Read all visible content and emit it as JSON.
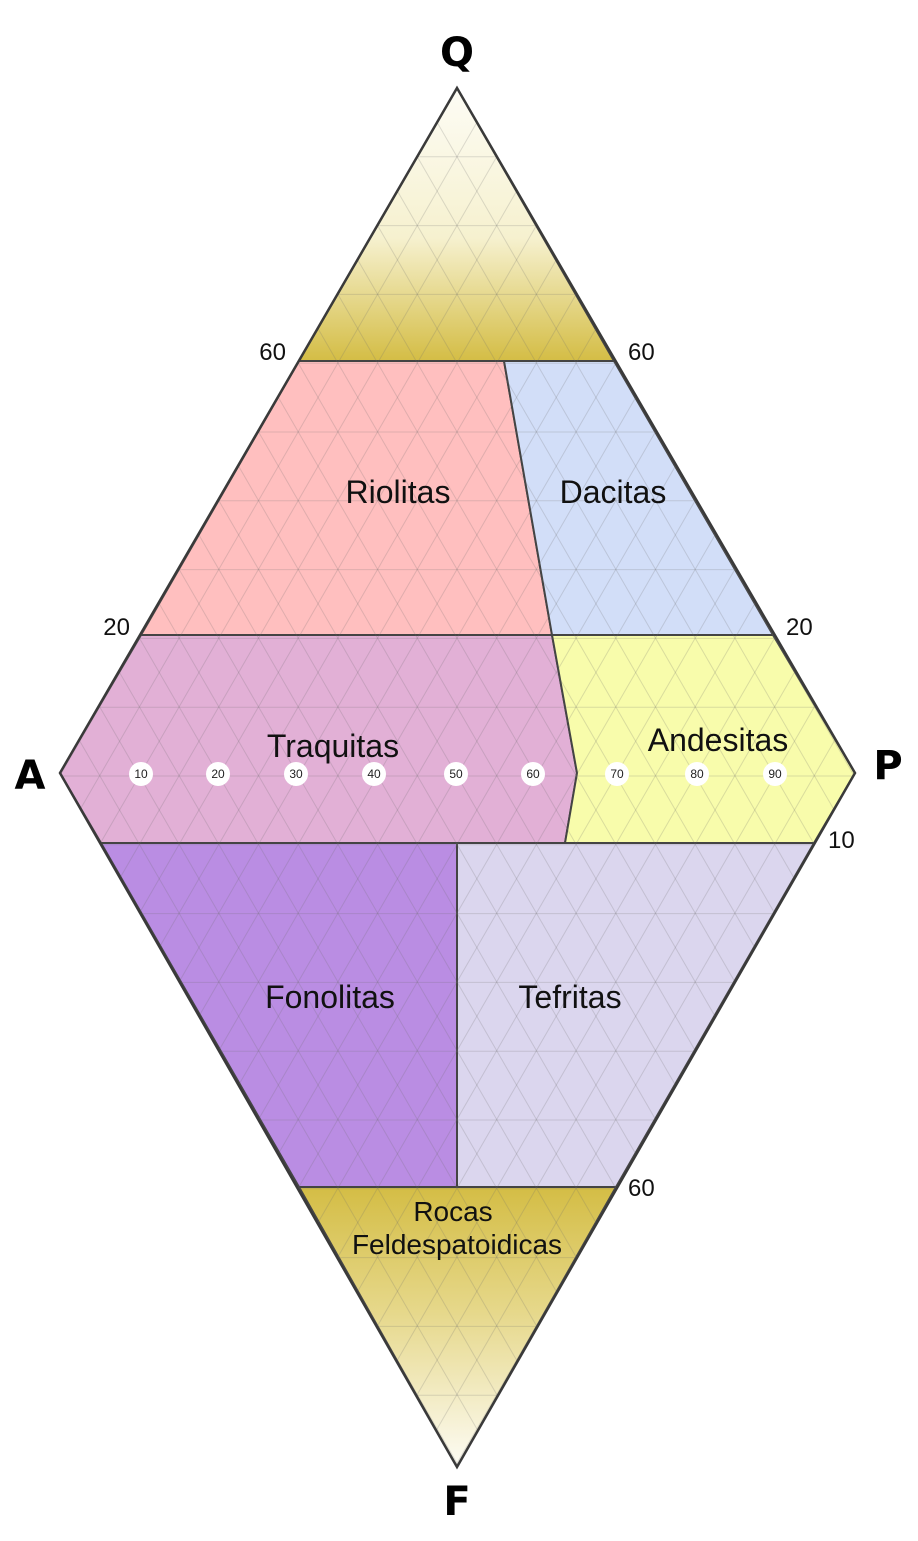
{
  "vertices": {
    "top": "Q",
    "left": "A",
    "right": "P",
    "bottom": "F"
  },
  "regions": [
    {
      "id": "riolitas",
      "label": "Riolitas",
      "color": "#ffbfbf"
    },
    {
      "id": "dacitas",
      "label": "Dacitas",
      "color": "#d2def8"
    },
    {
      "id": "traquitas",
      "label": "Traquitas",
      "color": "#e2b0d6"
    },
    {
      "id": "andesitas",
      "label": "Andesitas",
      "color": "#f8fcab"
    },
    {
      "id": "fonolitas",
      "label": "Fonolitas",
      "color": "#ba8de3"
    },
    {
      "id": "tefritas",
      "label": "Tefritas",
      "color": "#dbd6ee"
    },
    {
      "id": "rocas-feldespatoidicas",
      "label_line1": "Rocas",
      "label_line2": "Feldespatoidicas",
      "color": "#d9c44f"
    }
  ],
  "apex_region_colors": {
    "gold": "#d6bf48",
    "light": "#fcfbf2"
  },
  "tick_labels": {
    "q_left_60": "60",
    "q_right_60": "60",
    "q_left_20": "20",
    "q_right_20": "20",
    "f_right_10": "10",
    "f_right_60": "60"
  },
  "scale_labels": [
    "10",
    "20",
    "30",
    "40",
    "50",
    "60",
    "70",
    "80",
    "90"
  ]
}
